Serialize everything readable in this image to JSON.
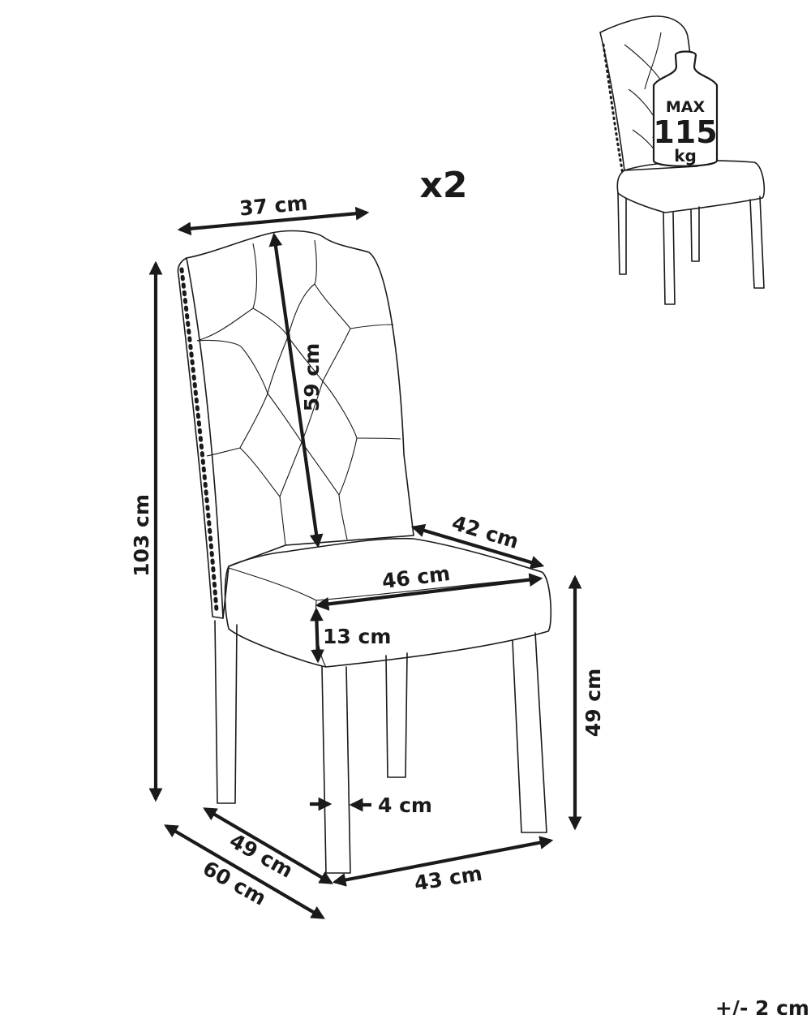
{
  "quantity": "x2",
  "max_load": {
    "label": "MAX",
    "value": "115",
    "unit": "kg"
  },
  "dimensions": {
    "backrest_width": "37 cm",
    "backrest_height": "59 cm",
    "total_height": "103 cm",
    "seat_depth": "42 cm",
    "seat_width": "46 cm",
    "seat_thickness": "13 cm",
    "seat_height": "49 cm",
    "leg_thickness": "4 cm",
    "base_depth": "49 cm",
    "total_depth": "60 cm",
    "base_width": "43 cm"
  },
  "tolerance": "+/- 2 cm"
}
